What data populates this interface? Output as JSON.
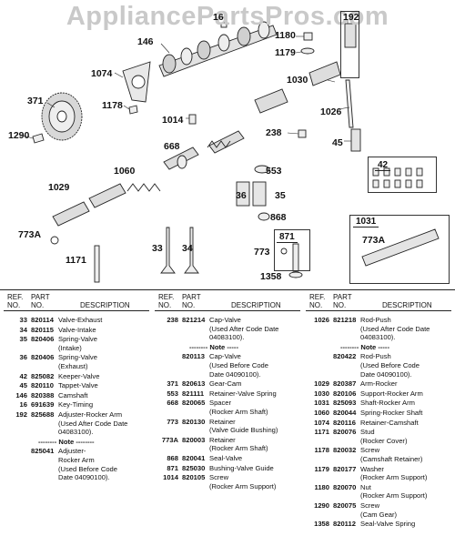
{
  "watermark": "AppliancePartsPros.com",
  "callouts": {
    "c192": "192",
    "c16": "16",
    "c146": "146",
    "c1180": "1180",
    "c1179": "1179",
    "c1074": "1074",
    "c1030": "1030",
    "c371": "371",
    "c1178": "1178",
    "c1026": "1026",
    "c1014": "1014",
    "c1290": "1290",
    "c238": "238",
    "c45": "45",
    "c668": "668",
    "c1060": "1060",
    "c553": "553",
    "c42": "42",
    "c1029": "1029",
    "c36": "36",
    "c35": "35",
    "c868": "868",
    "c1031": "1031",
    "c773A_left": "773A",
    "c871": "871",
    "c773": "773",
    "c773A_right": "773A",
    "c33": "33",
    "c34": "34",
    "c1171": "1171",
    "c1358": "1358"
  },
  "table": {
    "headers": {
      "ref": "REF.\nNO.",
      "part": "PART\nNO.",
      "desc": "DESCRIPTION"
    },
    "columns": [
      {
        "rows": [
          {
            "ref": "33",
            "part": "820114",
            "desc": [
              "Valve-Exhaust"
            ]
          },
          {
            "ref": "34",
            "part": "820115",
            "desc": [
              "Valve-Intake"
            ]
          },
          {
            "ref": "35",
            "part": "820406",
            "desc": [
              "Spring-Valve",
              "(Intake)"
            ]
          },
          {
            "ref": "36",
            "part": "820406",
            "desc": [
              "Spring-Valve",
              "(Exhaust)"
            ]
          },
          {
            "ref": "42",
            "part": "825082",
            "desc": [
              "Keeper-Valve"
            ]
          },
          {
            "ref": "45",
            "part": "820110",
            "desc": [
              "Tappet-Valve"
            ]
          },
          {
            "ref": "146",
            "part": "820388",
            "desc": [
              "Camshaft"
            ]
          },
          {
            "ref": "16",
            "part": "691639",
            "desc": [
              "Key-Timing"
            ]
          },
          {
            "ref": "192",
            "part": "825688",
            "desc": [
              "Adjuster-Rocker Arm",
              "(Used After Code Date",
              "04083100)."
            ]
          },
          {
            "ref": "",
            "part": "",
            "desc": [
              "-------- Note --------"
            ]
          },
          {
            "ref": "",
            "part": "825041",
            "desc": [
              "Adjuster-",
              "Rocker Arm",
              "(Used Before Code",
              "Date 04090100)."
            ]
          }
        ]
      },
      {
        "rows": [
          {
            "ref": "238",
            "part": "821214",
            "desc": [
              "Cap-Valve",
              "(Used After Code Date",
              "04083100)."
            ]
          },
          {
            "ref": "",
            "part": "",
            "desc": [
              "-------- Note -----"
            ]
          },
          {
            "ref": "",
            "part": "820113",
            "desc": [
              "Cap-Valve",
              "(Used Before Code",
              "Date 04090100)."
            ]
          },
          {
            "ref": "371",
            "part": "820613",
            "desc": [
              "Gear-Cam"
            ]
          },
          {
            "ref": "553",
            "part": "821111",
            "desc": [
              "Retainer-Valve Spring"
            ]
          },
          {
            "ref": "668",
            "part": "820065",
            "desc": [
              "Spacer",
              "(Rocker Arm Shaft)"
            ]
          },
          {
            "ref": "773",
            "part": "820130",
            "desc": [
              "Retainer",
              "(Valve Guide Bushing)"
            ]
          },
          {
            "ref": "773A",
            "part": "820003",
            "desc": [
              "Retainer",
              "(Rocker Arm Shaft)"
            ]
          },
          {
            "ref": "868",
            "part": "820041",
            "desc": [
              "Seal-Valve"
            ]
          },
          {
            "ref": "871",
            "part": "825030",
            "desc": [
              "Bushing-Valve Guide"
            ]
          },
          {
            "ref": "1014",
            "part": "820105",
            "desc": [
              "Screw",
              "(Rocker Arm Support)"
            ]
          }
        ]
      },
      {
        "rows": [
          {
            "ref": "1026",
            "part": "821218",
            "desc": [
              "Rod-Push",
              "(Used After Code Date",
              "04083100)."
            ]
          },
          {
            "ref": "",
            "part": "",
            "desc": [
              "-------- Note -----"
            ]
          },
          {
            "ref": "",
            "part": "820422",
            "desc": [
              "Rod-Push",
              "(Used Before Code",
              "Date 04090100)."
            ]
          },
          {
            "ref": "1029",
            "part": "820387",
            "desc": [
              "Arm-Rocker"
            ]
          },
          {
            "ref": "1030",
            "part": "820106",
            "desc": [
              "Support-Rocker Arm"
            ]
          },
          {
            "ref": "1031",
            "part": "825093",
            "desc": [
              "Shaft-Rocker Arm"
            ]
          },
          {
            "ref": "1060",
            "part": "820044",
            "desc": [
              "Spring-Rocker Shaft"
            ]
          },
          {
            "ref": "1074",
            "part": "820116",
            "desc": [
              "Retainer-Camshaft"
            ]
          },
          {
            "ref": "1171",
            "part": "820076",
            "desc": [
              "Stud",
              "(Rocker Cover)"
            ]
          },
          {
            "ref": "1178",
            "part": "820032",
            "desc": [
              "Screw",
              "(Camshaft Retainer)"
            ]
          },
          {
            "ref": "1179",
            "part": "820177",
            "desc": [
              "Washer",
              "(Rocker Arm Support)"
            ]
          },
          {
            "ref": "1180",
            "part": "820070",
            "desc": [
              "Nut",
              "(Rocker Arm Support)"
            ]
          },
          {
            "ref": "1290",
            "part": "820075",
            "desc": [
              "Screw",
              "(Cam Gear)"
            ]
          },
          {
            "ref": "1358",
            "part": "820112",
            "desc": [
              "Seal-Valve Spring"
            ]
          }
        ]
      }
    ]
  }
}
